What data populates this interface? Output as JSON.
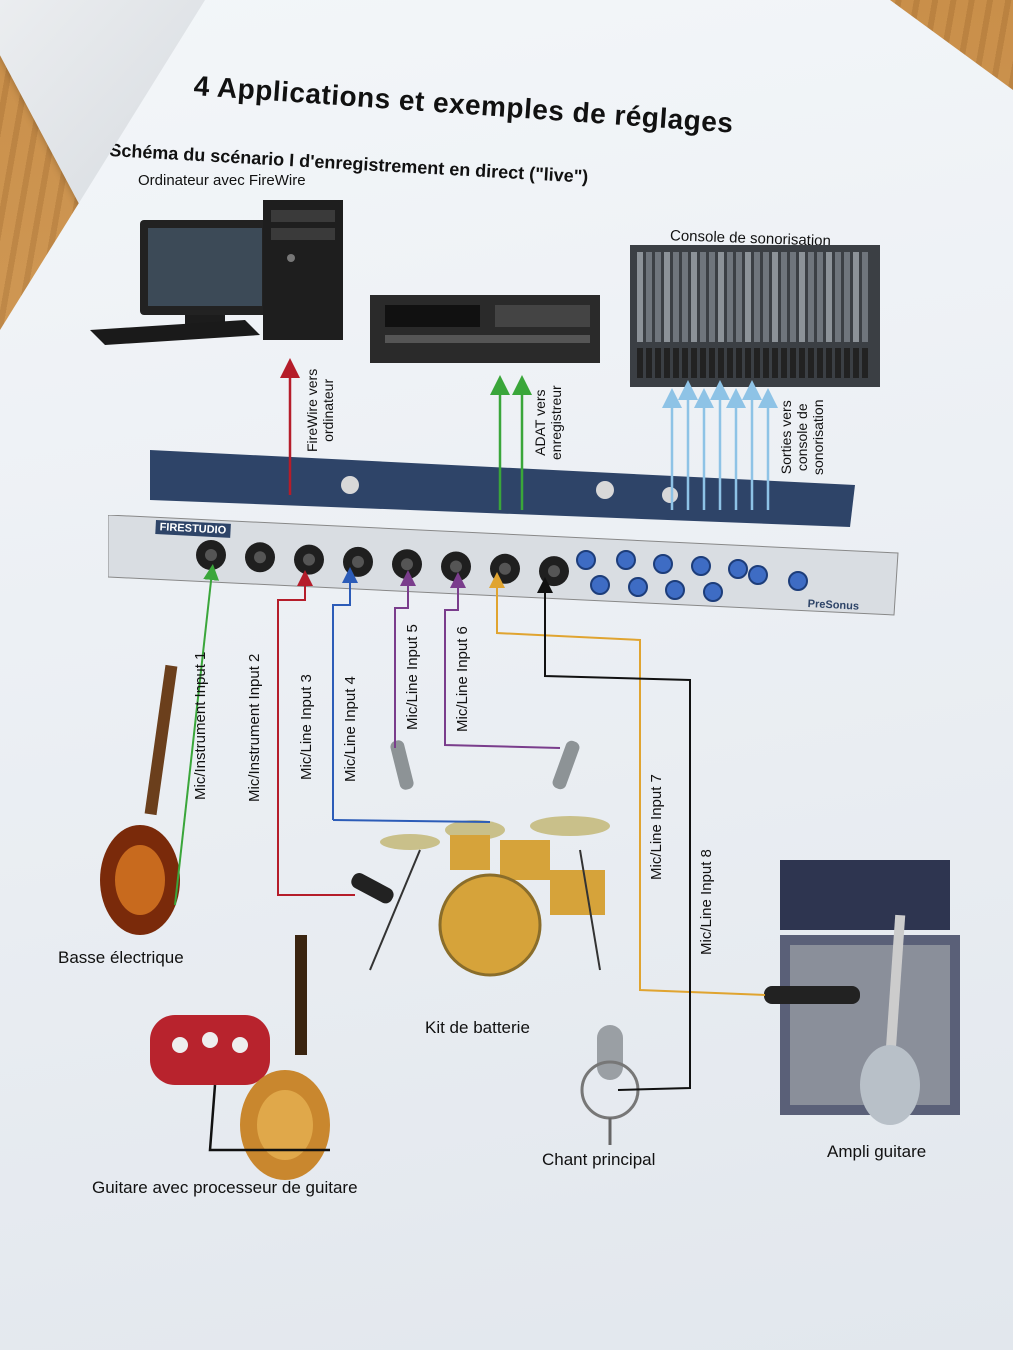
{
  "page": {
    "title": "4 Applications et exemples de réglages",
    "diagram_title": "Schéma du scénario I d'enregistrement en direct (\"live\")"
  },
  "devices": {
    "computer": "Ordinateur avec FireWire",
    "mixer": "Console de sonorisation",
    "bass": "Basse électrique",
    "drums": "Kit de batterie",
    "guitar_processor": "Guitare avec processeur de guitare",
    "vocals": "Chant principal",
    "amp": "Ampli guitare"
  },
  "connections": {
    "firewire": [
      "FireWire vers",
      "ordinateur"
    ],
    "adat": [
      "ADAT vers",
      "enregistreur"
    ],
    "outputs": [
      "Sorties vers",
      "console de",
      "sonorisation"
    ],
    "inputs": [
      {
        "label": "Mic/Instrument Input 1",
        "color": "#3aa63a"
      },
      {
        "label": "Mic/Instrument Input 2",
        "color": "#b51d2a"
      },
      {
        "label": "Mic/Line Input 3",
        "color": "#b51d2a"
      },
      {
        "label": "Mic/Line Input 4",
        "color": "#2c5cb8"
      },
      {
        "label": "Mic/Line Input 5",
        "color": "#7a3d8c"
      },
      {
        "label": "Mic/Line Input 6",
        "color": "#7a3d8c"
      },
      {
        "label": "Mic/Line Input 7",
        "color": "#e0a430"
      },
      {
        "label": "Mic/Line Input 8",
        "color": "#111111"
      }
    ]
  },
  "hardware": {
    "interface_brand": "FIRESTUDIO",
    "brand": "PreSonus"
  },
  "colors": {
    "firewire_arrow": "#b51d2a",
    "adat_arrow": "#3aa63a",
    "output_arrow": "#8ec3e6"
  }
}
